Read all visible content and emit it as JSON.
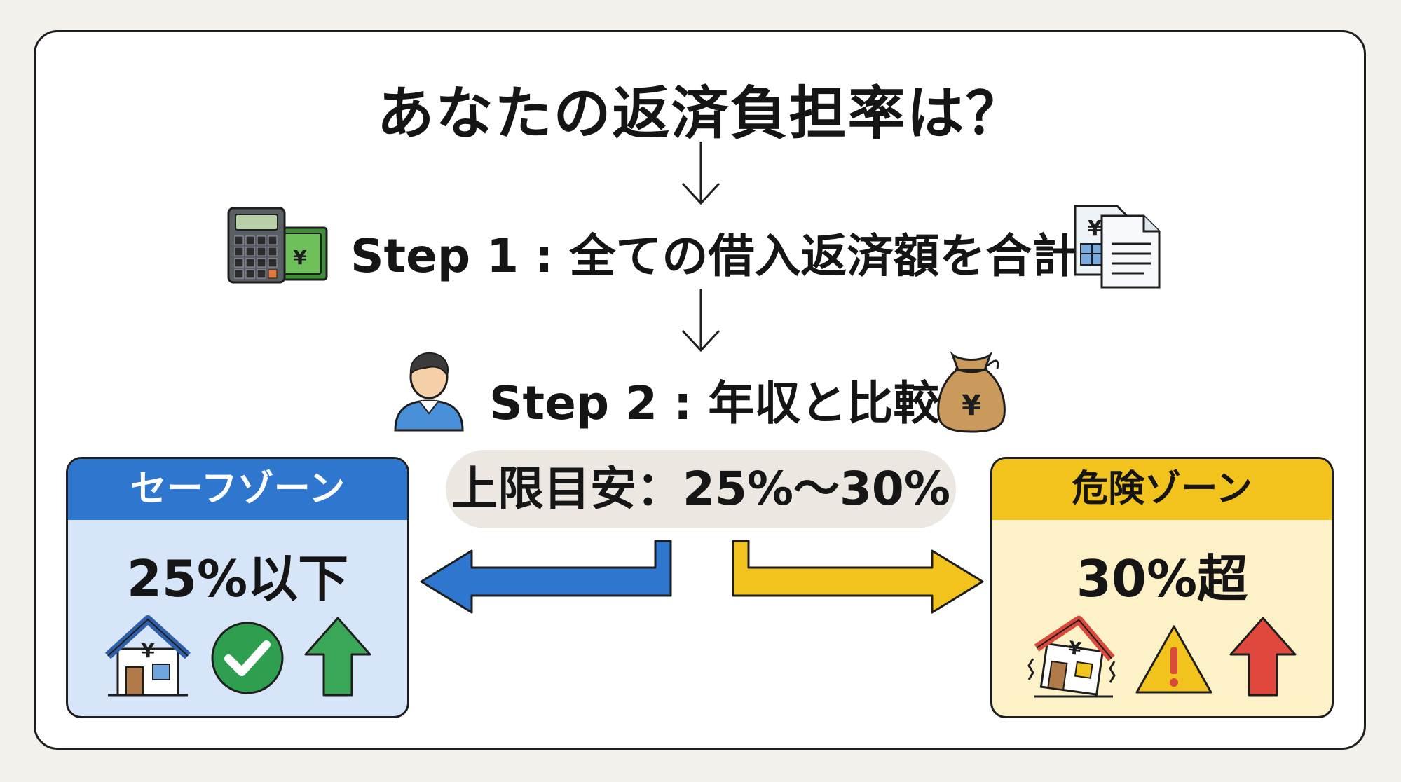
{
  "title": "あなたの返済負担率は？",
  "step1": {
    "text": "Step 1 : 全ての借入返済額を合計"
  },
  "step2": {
    "text": "Step 2 : 年収と比較"
  },
  "guideline": {
    "text": "上限目安：25%〜30%"
  },
  "safe_zone": {
    "header": "セーフゾーン",
    "value": "25%以下",
    "color": "#2f76cf"
  },
  "danger_zone": {
    "header": "危険ゾーン",
    "value": "30%超",
    "color": "#f2c21d"
  },
  "icons": {
    "step1_left": "calculator-and-cash-icon",
    "step1_right": "documents-icon",
    "step2_left": "person-icon",
    "step2_right": "money-bag-icon",
    "safe": [
      "house-icon",
      "check-circle-icon",
      "arrow-up-green-icon"
    ],
    "danger": [
      "tilted-house-icon",
      "warning-icon",
      "arrow-up-red-icon"
    ]
  },
  "yen_symbol": "¥"
}
